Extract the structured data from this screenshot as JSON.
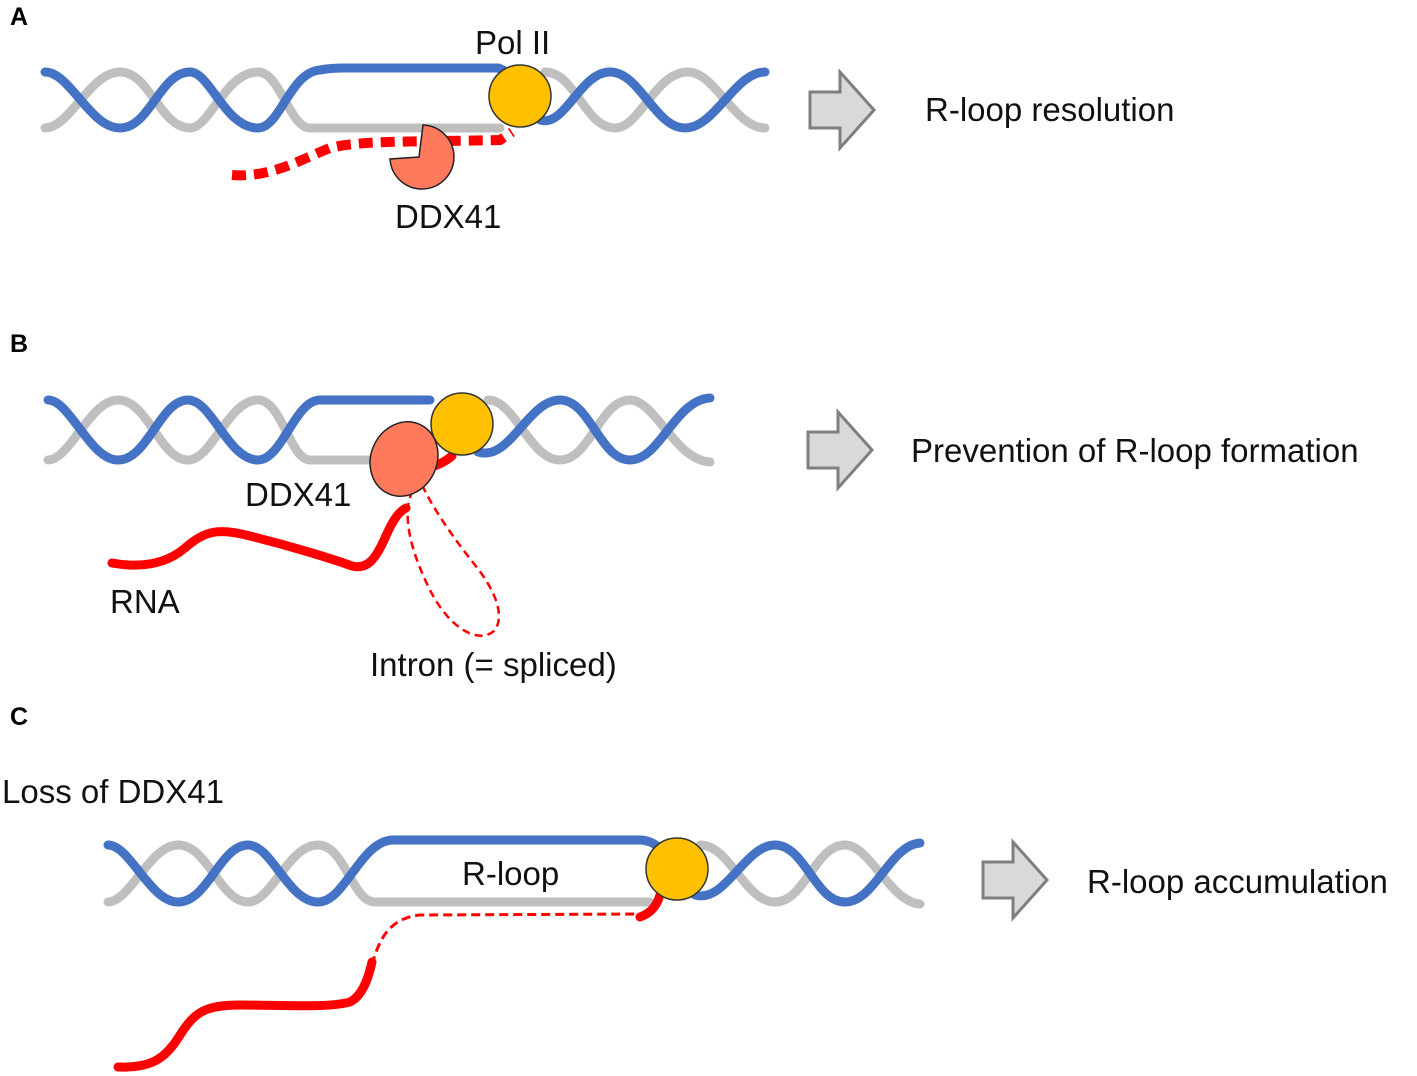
{
  "colors": {
    "strand_blue": "#4472C4",
    "strand_gray": "#BFBFBF",
    "rna_red": "#FF0000",
    "pol2_fill": "#FFC000",
    "ddx41_fill": "#FF7A5C",
    "arrow_fill": "#D9D9D9",
    "arrow_stroke": "#7F7F7F"
  },
  "panels": [
    {
      "letter": "A",
      "labels": {
        "pol2": "Pol II",
        "ddx41": "DDX41"
      },
      "outcome": "R-loop resolution"
    },
    {
      "letter": "B",
      "labels": {
        "ddx41": "DDX41",
        "rna": "RNA",
        "intron": "Intron (= spliced)"
      },
      "outcome": "Prevention of R-loop formation"
    },
    {
      "letter": "C",
      "labels": {
        "condition": "Loss of DDX41",
        "rloop": "R-loop"
      },
      "outcome": "R-loop accumulation"
    }
  ]
}
